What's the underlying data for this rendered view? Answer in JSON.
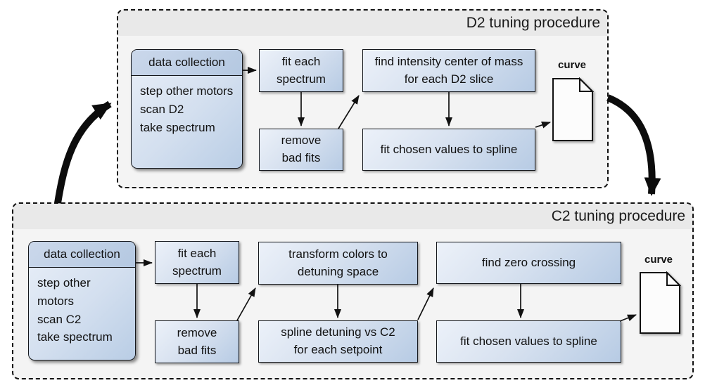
{
  "colors": {
    "box_gradient_light": "#ecf1f9",
    "box_gradient_dark": "#b7cbe4",
    "header_fill": "#b4c8e1",
    "frame_fill": "#f4f4f4",
    "frame_titlebar_fill": "#e9e9e9",
    "outline": "#111111"
  },
  "d2": {
    "title": "D2 tuning procedure",
    "data_collection": {
      "header": "data collection",
      "steps": "step other motors\nscan D2\ntake spectrum"
    },
    "fit_each_spectrum": "fit each\nspectrum",
    "remove_bad_fits": "remove\nbad fits",
    "find_intensity": "find intensity center of mass\nfor each D2 slice",
    "fit_chosen": "fit chosen values to spline",
    "curve_label": "curve"
  },
  "c2": {
    "title": "C2 tuning procedure",
    "data_collection": {
      "header": "data collection",
      "steps": "step other motors\nscan C2\ntake spectrum"
    },
    "fit_each_spectrum": "fit each\nspectrum",
    "remove_bad_fits": "remove\nbad fits",
    "transform_colors": "transform colors to\ndetuning space",
    "spline_detuning": "spline detuning vs C2\nfor each setpoint",
    "find_zero": "find zero crossing",
    "fit_chosen": "fit chosen values to spline",
    "curve_label": "curve"
  }
}
